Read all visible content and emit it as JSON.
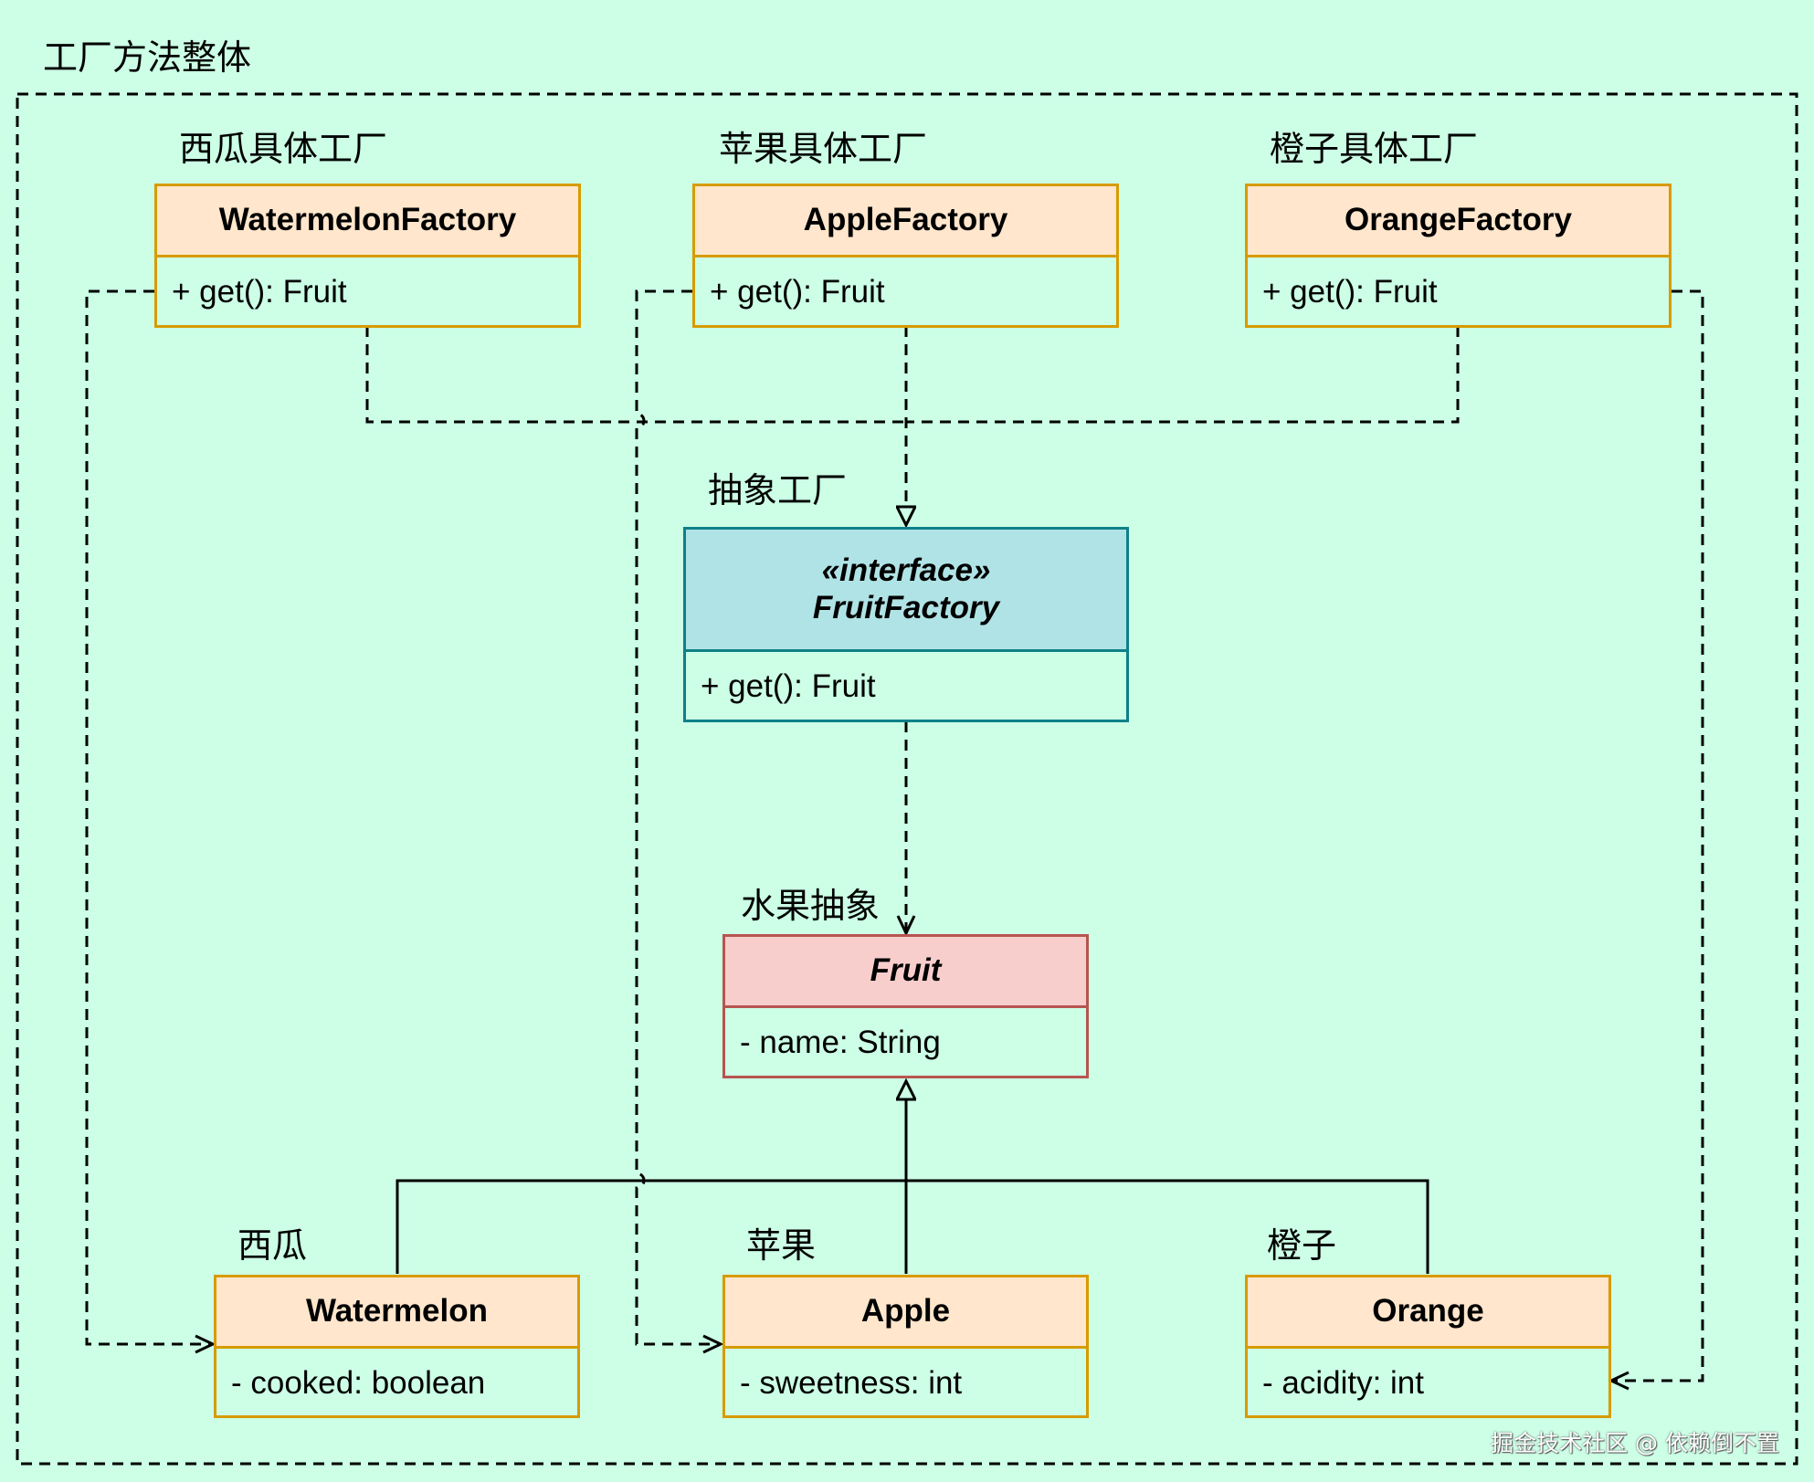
{
  "title": "工厂方法整体",
  "factories": [
    {
      "caption": "西瓜具体工厂",
      "name": "WatermelonFactory",
      "method": "+ get(): Fruit"
    },
    {
      "caption": "苹果具体工厂",
      "name": "AppleFactory",
      "method": "+ get(): Fruit"
    },
    {
      "caption": "橙子具体工厂",
      "name": "OrangeFactory",
      "method": "+ get(): Fruit"
    }
  ],
  "interface": {
    "caption": "抽象工厂",
    "stereotype": "«interface»",
    "name": "FruitFactory",
    "method": "+ get(): Fruit"
  },
  "fruit": {
    "caption": "水果抽象",
    "name": "Fruit",
    "field": "- name: String"
  },
  "products": [
    {
      "caption": "西瓜",
      "name": "Watermelon",
      "field": "- cooked: boolean"
    },
    {
      "caption": "苹果",
      "name": "Apple",
      "field": "- sweetness: int"
    },
    {
      "caption": "橙子",
      "name": "Orange",
      "field": "- acidity: int"
    }
  ],
  "watermark": "掘金技术社区 @ 依赖倒不置",
  "colors": {
    "background": "#ccffe6",
    "concrete_fill": "#ffe6cc",
    "concrete_stroke": "#d79b00",
    "interface_fill": "#b0e3e6",
    "interface_stroke": "#0e8088",
    "abstract_fill": "#f8cecc",
    "abstract_stroke": "#b85450"
  }
}
